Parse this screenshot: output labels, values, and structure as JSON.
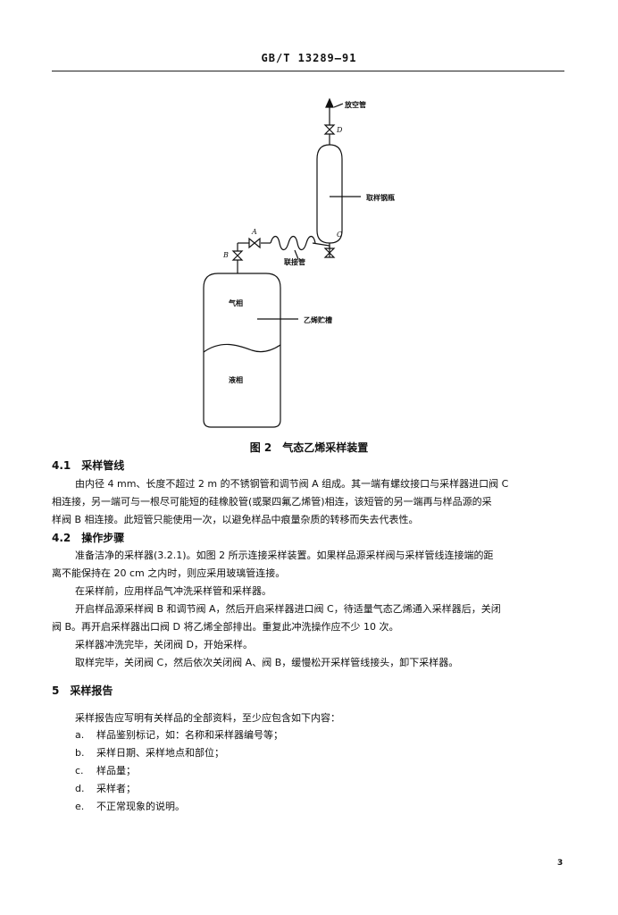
{
  "header": {
    "std_no": "GB/T 13289—91"
  },
  "figure": {
    "labels": {
      "vent": "放空管",
      "cylinder": "取样钢瓶",
      "connector": "联接管",
      "tank": "乙烯贮槽",
      "gas_phase": "气相",
      "liquid_phase": "液相",
      "valve_a": "A",
      "valve_b": "B",
      "valve_c": "C",
      "valve_d": "D"
    },
    "caption": "图 2　气态乙烯采样装置"
  },
  "sections": {
    "s41_heading": "4.1　采样管线",
    "s41_lines": [
      "由内径 4 mm、长度不超过 2 m 的不锈钢管和调节阀 A 组成。其一端有螺纹接口与采样器进口阀 C",
      "相连接，另一端可与一根尽可能短的硅橡胶管(或聚四氟乙烯管)相连，该短管的另一端再与样品源的采",
      "样阀 B 相连接。此短管只能使用一次，以避免样品中痕量杂质的转移而失去代表性。"
    ],
    "s42_heading": "4.2　操作步骤",
    "s42_lines": [
      "准备洁净的采样器(3.2.1)。如图 2 所示连接采样装置。如果样品源采样阀与采样管线连接端的距",
      "离不能保持在 20 cm 之内时，则应采用玻璃管连接。",
      "在采样前，应用样品气冲洗采样管和采样器。",
      "开启样品源采样阀 B 和调节阀 A，然后开启采样器进口阀 C，待适量气态乙烯通入采样器后，关闭",
      "阀 B。再开启采样器出口阀 D 将乙烯全部排出。重复此冲洗操作应不少 10 次。",
      "采样器冲洗完毕，关闭阀 D，开始采样。",
      "取样完毕，关闭阀 C，然后依次关闭阀 A、阀 B，缓慢松开采样管线接头，卸下采样器。"
    ],
    "s5_heading": "5　采样报告",
    "s5_intro": "采样报告应写明有关样品的全部资料，至少应包含如下内容：",
    "s5_items": [
      {
        "mark": "a.",
        "text": "样品鉴别标记，如：名称和采样器编号等；"
      },
      {
        "mark": "b.",
        "text": "采样日期、采样地点和部位；"
      },
      {
        "mark": "c.",
        "text": "样品量；"
      },
      {
        "mark": "d.",
        "text": "采样者；"
      },
      {
        "mark": "e.",
        "text": "不正常现象的说明。"
      }
    ]
  },
  "page_number": "3"
}
